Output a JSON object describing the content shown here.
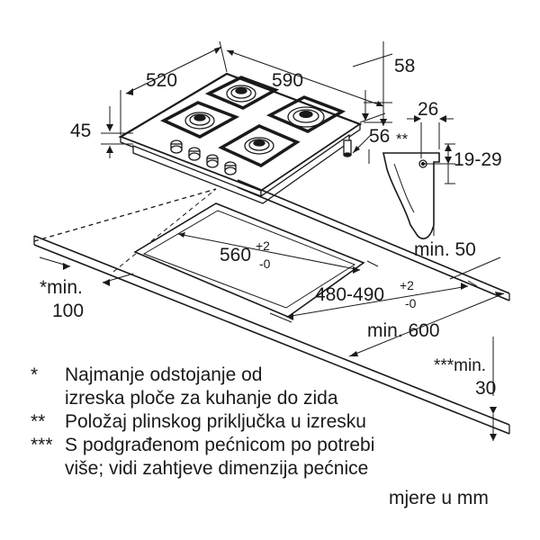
{
  "dims": {
    "width": "520",
    "depth": "590",
    "d58": "58",
    "d45": "45",
    "d56": "56",
    "d26": "26",
    "stars2": "**",
    "range_19_29": "19-29",
    "min50": "min. 50",
    "cutout_w": "560",
    "cutout_w_tol_up": "+2",
    "cutout_w_tol_down": "-0",
    "cutout_d": "480-490",
    "cutout_d_tol_up": "+2",
    "cutout_d_tol_down": "-0",
    "min100_a": "*min.",
    "min100_b": "100",
    "min600": "min. 600",
    "min30_a": "***min.",
    "min30_b": "30"
  },
  "legend": [
    {
      "symbol": "*",
      "text": "Najmanje odstojanje od"
    },
    {
      "symbol": "",
      "text": "izreska ploče za kuhanje do zida"
    },
    {
      "symbol": "**",
      "text": "Položaj plinskog priključka u izresku"
    },
    {
      "symbol": "***",
      "text": "S podgrađenom pećnicom po potrebi"
    },
    {
      "symbol": "",
      "text": "više; vidi zahtjeve dimenzija pećnice"
    }
  ],
  "units": "mjere u mm"
}
